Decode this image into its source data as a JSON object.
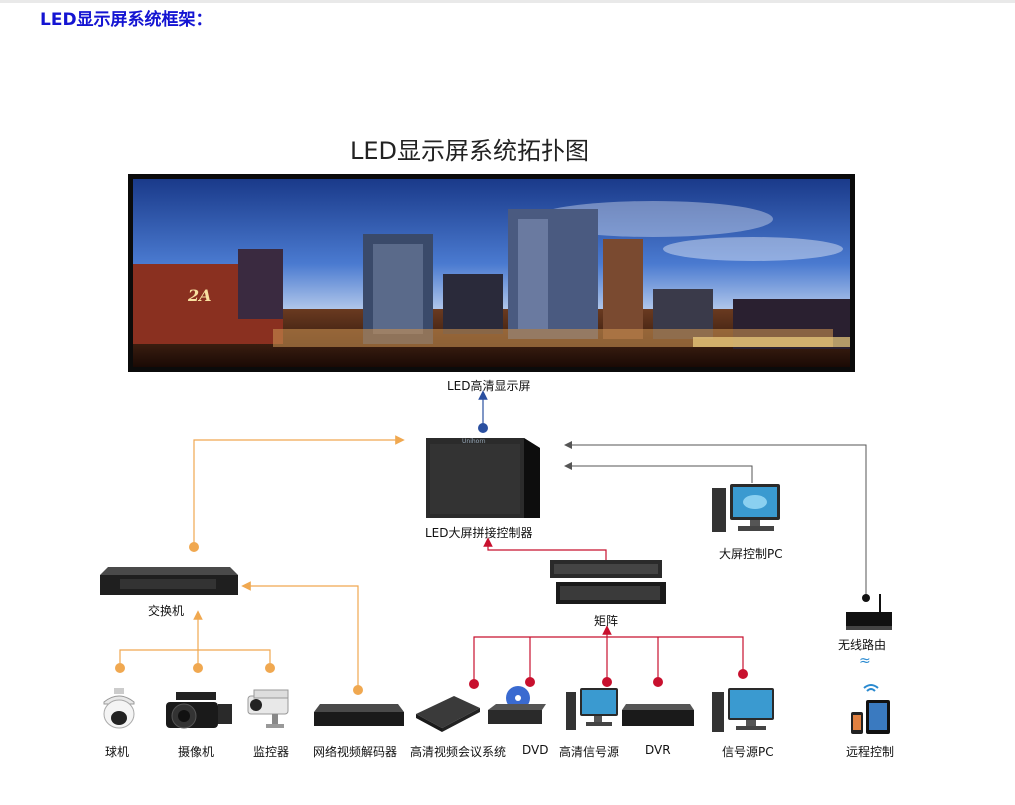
{
  "page": {
    "title": "LED显示屏系统框架："
  },
  "diagram": {
    "title": "LED显示屏系统拓扑图",
    "colors": {
      "orange": "#f0a850",
      "red": "#c8102e",
      "gray": "#7a7a7a",
      "blue": "#2a4fa0",
      "title_blue": "#1414d2"
    },
    "screen_label": "LED高清显示屏",
    "screen_logos": {
      "badge": "2A"
    },
    "controller": {
      "label": "LED大屏拼接控制器",
      "brand": "Unihorn"
    },
    "big_screen_pc": {
      "label": "大屏控制PC"
    },
    "matrix": {
      "label": "矩阵"
    },
    "switch": {
      "label": "交换机"
    },
    "router": {
      "label": "无线路由"
    },
    "sources": {
      "dome_camera": "球机",
      "camcorder": "摄像机",
      "monitor_cam": "监控器",
      "net_decoder": "网络视频解码器",
      "hd_conference": "高清视频会议系统",
      "dvd": "DVD",
      "hd_source": "高清信号源",
      "dvr": "DVR",
      "source_pc": "信号源PC"
    },
    "remote": {
      "label": "远程控制"
    }
  }
}
